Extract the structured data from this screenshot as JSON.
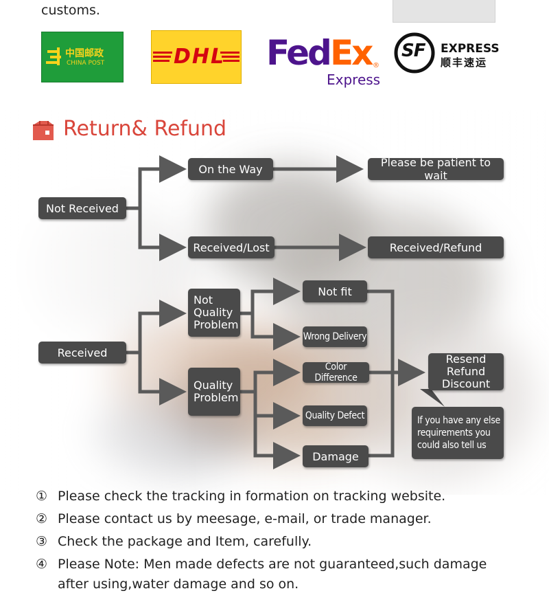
{
  "header": {
    "customs_text": "customs."
  },
  "carriers": [
    {
      "name": "China Post",
      "cn": "中国邮政",
      "en": "CHINA POST"
    },
    {
      "name": "DHL",
      "text": "DHL"
    },
    {
      "name": "FedEx Express",
      "text_fed": "Fed",
      "text_ex": "Ex",
      "sub": "Express",
      "reg": "®"
    },
    {
      "name": "SF Express",
      "mark": "SF",
      "en": "EXPRESS",
      "cn": "顺丰速运"
    }
  ],
  "section": {
    "title": "Return& Refund"
  },
  "diagram": {
    "not_received": "Not Received",
    "on_the_way": "On the Way",
    "please_wait": "Please be patient to wait",
    "received_lost": "Received/Lost",
    "received_refund": "Received/Refund",
    "received": "Received",
    "not_quality_problem": [
      "Not",
      "Quality",
      "Problem"
    ],
    "quality_problem": [
      "Quality",
      "Problem"
    ],
    "not_fit": "Not fit",
    "wrong_delivery": "Wrong Delivery",
    "color_difference": "Color Difference",
    "quality_defect": "Quality Defect",
    "damage": "Damage",
    "resend_refund_discount": [
      "Resend",
      "Refund",
      "Discount"
    ],
    "callout": [
      "If you have any else",
      "requirements you",
      "could also tell us"
    ]
  },
  "notes": [
    {
      "num": "①",
      "text": "Please check the tracking in formation on tracking website."
    },
    {
      "num": "②",
      "text": "Please contact us by meesage, e-mail, or trade manager."
    },
    {
      "num": "③",
      "text": "Check the package and Item, carefully."
    },
    {
      "num": "④",
      "text": "Please Note: Men made defects  are not guaranteed,such damage after using,water damage and so on."
    }
  ],
  "colors": {
    "box": "#4a4a4a",
    "arrow": "#5a5a5a",
    "title": "#d9453a",
    "china_post_green": "#1f9d3a",
    "dhl_yellow": "#ffd32b",
    "dhl_red": "#d40511",
    "fedex_purple": "#4d148c",
    "fedex_orange": "#ff6200"
  }
}
